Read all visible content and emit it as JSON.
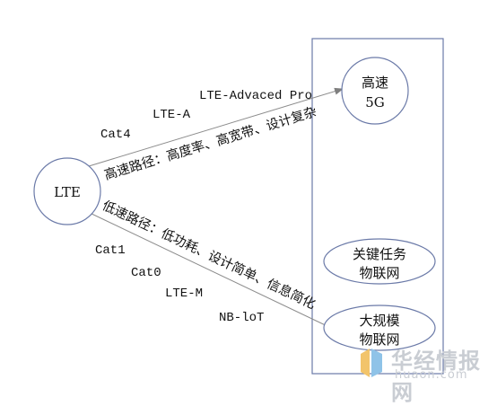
{
  "nodes": {
    "lte": "LTE",
    "g5_line1": "高速",
    "g5_line2": "5G",
    "iot_line1": "关键任务",
    "iot_line2": "物联网",
    "miot_line1": "大规模",
    "miot_line2": "物联网"
  },
  "paths": {
    "high_speed": "高速路径：高度率、高宽带、设计复杂",
    "low_speed": "低速路径：低功耗、设计简单、信息简化"
  },
  "labels": {
    "lte_advanced": "LTE-Advaced Pro",
    "lte_a": "LTE-A",
    "cat4": "Cat4",
    "cat1": "Cat1",
    "cat0": "Cat0",
    "lte_m": "LTE-M",
    "nb_iot": "NB-loT"
  },
  "watermark": {
    "text": "华经情报网",
    "url": "huaon.com"
  },
  "colors": {
    "stroke": "#6b7aa8",
    "text": "#111111"
  }
}
